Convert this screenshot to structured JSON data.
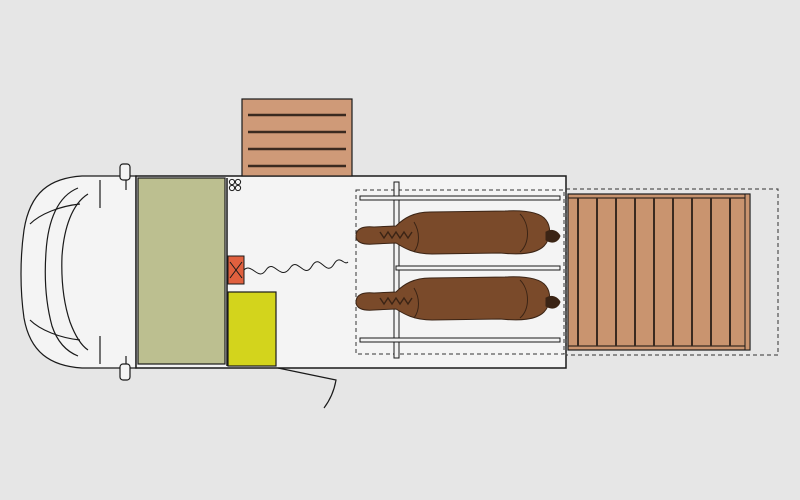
{
  "diagram": {
    "colors": {
      "background": "#e6e6e6",
      "outline": "#1a1a1a",
      "floor": "#f4f4f4",
      "side_door": "#cf9a78",
      "side_door_slat": "#3a2a20",
      "ramp": "#c9946f",
      "ramp_slat": "#3a2a20",
      "cab_cabinet": "#bcbf90",
      "storage_box": "#d3d41c",
      "heater": "#e0603e",
      "horse": "#7a4a2a",
      "horse_dark": "#3b2415",
      "bar": "#f2f2f2"
    },
    "elements": {
      "cab": "van-cab",
      "cargo": "cargo-area",
      "side_ramp": "side-ramp",
      "rear_ramp": "rear-ramp",
      "horses": 2
    }
  }
}
